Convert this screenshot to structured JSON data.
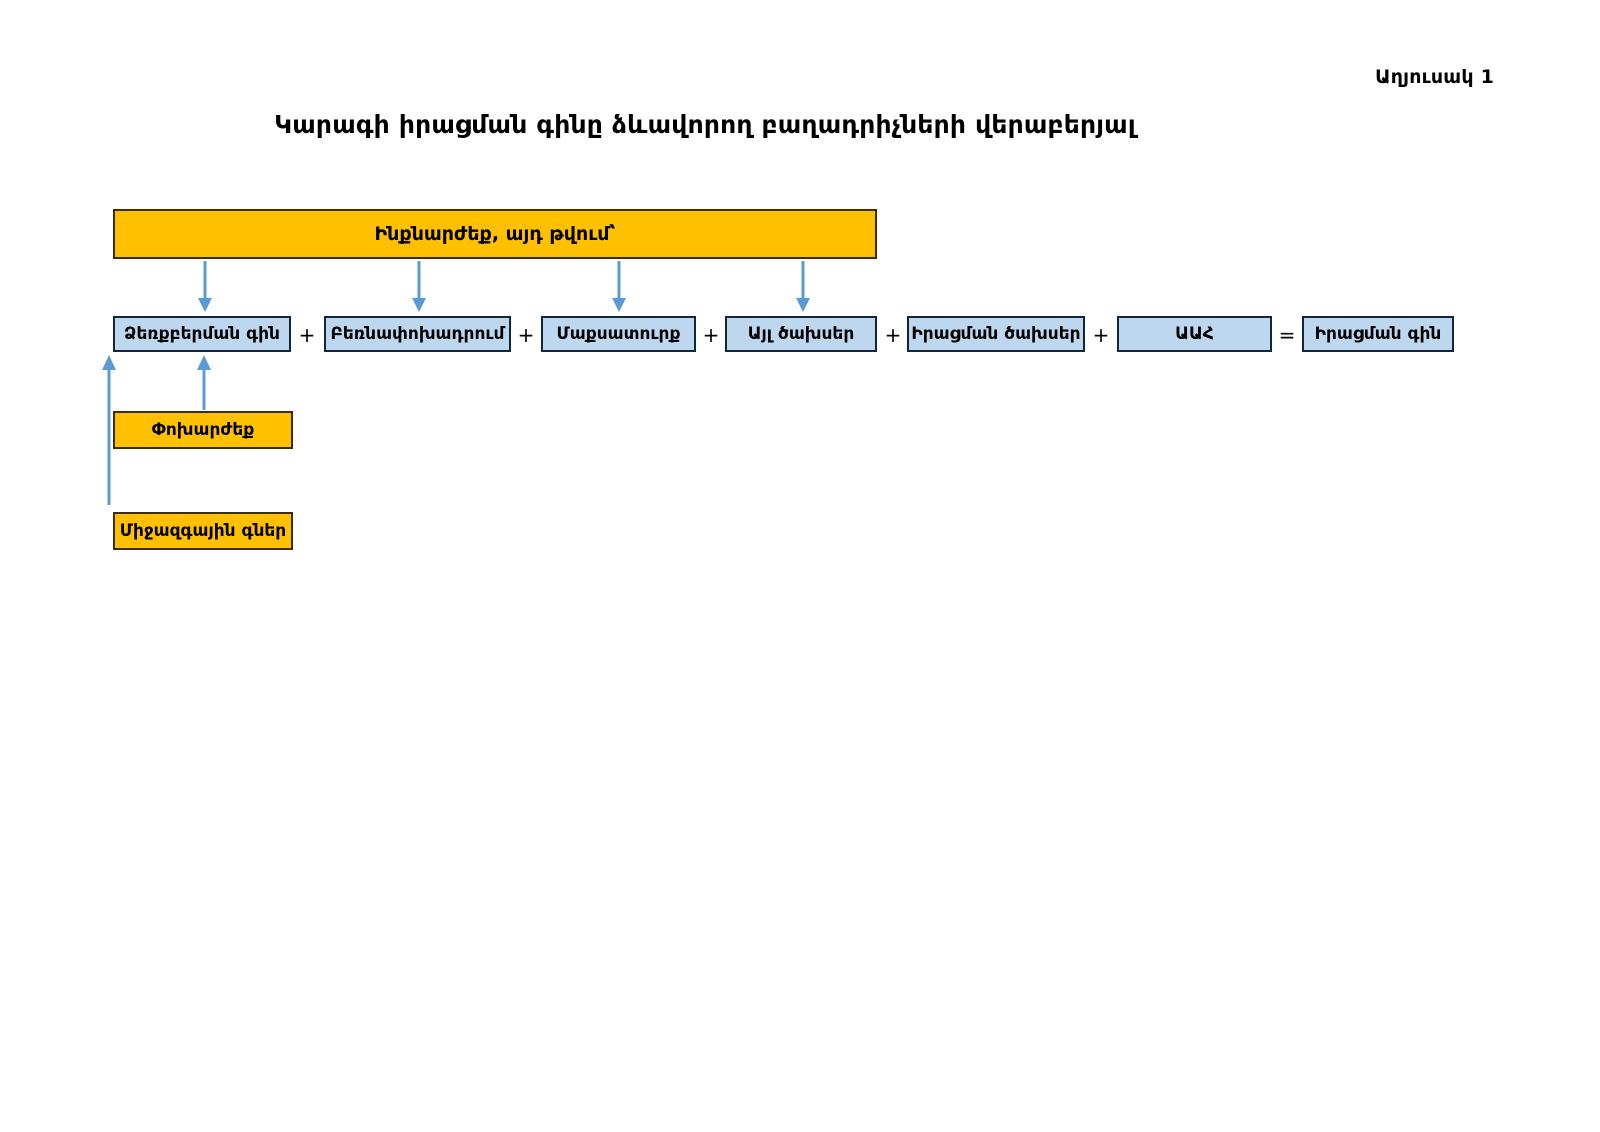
{
  "page": {
    "table_label": "Աղյուսակ 1",
    "title": "Կարագի իրացման գինը ձևավորող բաղադրիչների վերաբերյալ"
  },
  "colors": {
    "orange_fill": "#FFC000",
    "orange_border": "#3B2D07",
    "blue_fill": "#BDD7EE",
    "blue_border": "#14253B",
    "arrow": "#5B9BD5",
    "text": "#000000",
    "background": "#FFFFFF"
  },
  "diagram": {
    "top_box": {
      "label": "Ինքնարժեք, այդ թվում՝",
      "style": "orange"
    },
    "components": [
      {
        "label": "Ձեռքբերման գին",
        "style": "blue",
        "operator_before": ""
      },
      {
        "label": "Բեռնափոխադրում",
        "style": "blue",
        "operator_before": "+"
      },
      {
        "label": "Մաքսատուրք",
        "style": "blue",
        "operator_before": "+"
      },
      {
        "label": "Այլ ծախսեր",
        "style": "blue",
        "operator_before": "+"
      },
      {
        "label": "Իրացման ծախսեր",
        "style": "blue",
        "operator_before": "+"
      },
      {
        "label": "ԱԱՀ",
        "style": "blue",
        "operator_before": "+"
      },
      {
        "label": "Իրացման գին",
        "style": "blue",
        "operator_before": "="
      }
    ],
    "inputs": [
      {
        "label": "Փոխարժեք",
        "style": "orange"
      },
      {
        "label": "Միջազգային գներ",
        "style": "orange"
      }
    ]
  }
}
